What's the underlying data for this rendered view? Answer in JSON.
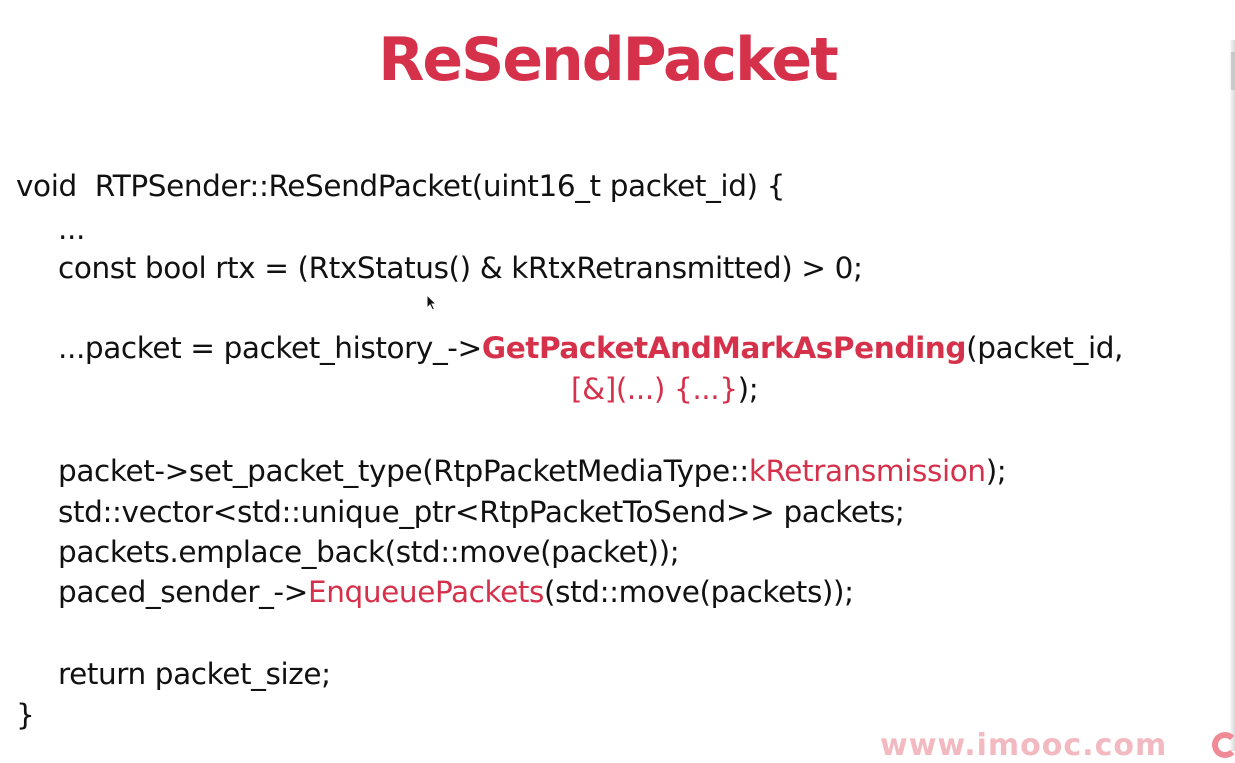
{
  "slide": {
    "title": "ReSendPacket",
    "watermark": "www.imooc.com"
  },
  "code": {
    "line1": "void  RTPSender::ReSendPacket(uint16_t packet_id) {",
    "line2": "...",
    "line3": "const bool rtx = (RtxStatus() & kRtxRetransmitted) > 0;",
    "line4_a": "...packet = packet_history_->",
    "line4_b": "GetPacketAndMarkAsPending",
    "line4_c": "(packet_id,",
    "line5_a": "[&](...) {...}",
    "line5_b": ");",
    "line6_a": "packet->set_packet_type(RtpPacketMediaType::",
    "line6_b": "kRetransmission",
    "line6_c": ");",
    "line7": "std::vector<std::unique_ptr<RtpPacketToSend>> packets;",
    "line8": "packets.emplace_back(std::move(packet));",
    "line9_a": "paced_sender_->",
    "line9_b": "EnqueuePackets",
    "line9_c": "(std::move(packets));",
    "line10": "return packet_size;",
    "line11": "}"
  },
  "colors": {
    "accent": "#d6314b",
    "text": "#111111",
    "background": "#ffffff"
  },
  "icons": {
    "cursor": "mouse-pointer-icon",
    "logo": "imooc-logo-icon"
  }
}
